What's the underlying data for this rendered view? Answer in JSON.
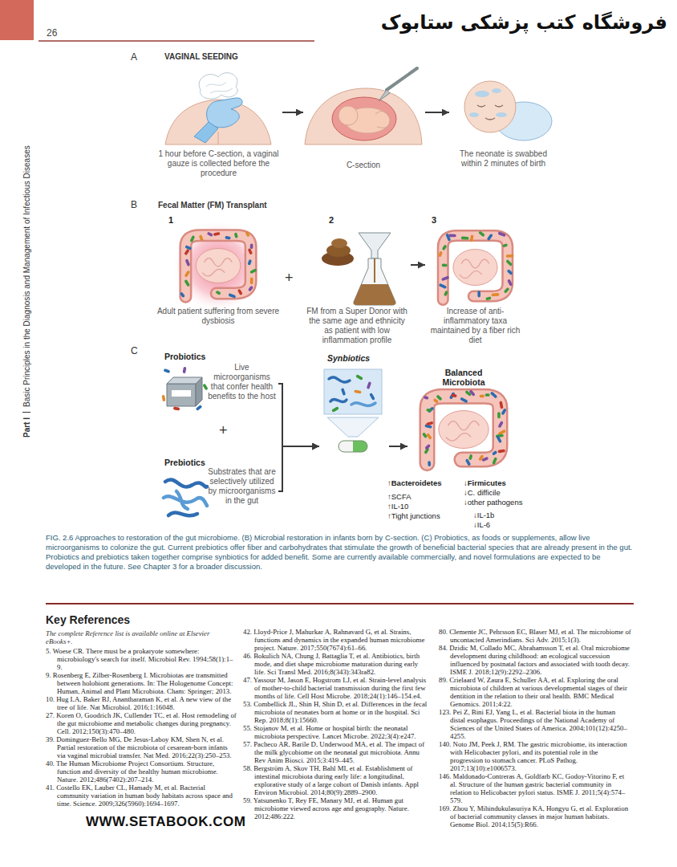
{
  "diagram": {
    "caption": "FIG. 2.6 Approaches to restoration of the gut microbiome. (B) Microbial restoration in infants born by C-section. (C) Probiotics, as foods or supplements, allow live microorganisms to colonize the gut. Current prebiotics offer fiber and carbohydrates that stimulate the growth of beneficial bacterial species that are already present in the gut. Probiotics and prebiotics taken together comprise synbiotics for added benefit. Some are currently available commercially, and novel formulations are expected to be developed in the future. See Chapter 3 for a broader discussion.",
    "nodes": [
      {
        "text": [
          "1 hour before C-section, a vaginal gauze is collected before the procedure"
        ]
      },
      {
        "text": [
          "C-section"
        ]
      },
      {
        "text": [
          "The neonate is swabbed within 2 minutes of birth"
        ]
      },
      {
        "text": [
          "1",
          "Adult patient suffering from severe dysbiosis"
        ]
      },
      {
        "text": [
          "2",
          "FM from a Super Donor with the same age and ethnicity as patient with low inflammation profile"
        ]
      },
      {
        "text": [
          "3",
          "Increase of anti-inflammatory taxa maintained by a fiber rich diet"
        ]
      },
      {
        "text": [
          "Probiotics",
          "Live microorganisms that confer health benefits to the host"
        ]
      },
      {
        "text": [
          "Prebiotics",
          "Substrates that are selectively utilized by microorganisms in the gut"
        ]
      },
      {
        "text": [
          "Synbiotics"
        ]
      },
      {
        "text": [
          "Balanced Microbiota"
        ]
      }
    ],
    "edges": [
      {
        "from": 0,
        "to": 1,
        "arrow": "to"
      },
      {
        "from": 1,
        "to": 2,
        "arrow": "to"
      },
      {
        "from": 4,
        "to": 5,
        "arrow": "to"
      },
      {
        "from": 6,
        "to": 8,
        "arrow": "to"
      },
      {
        "from": 7,
        "to": 8,
        "arrow": "to"
      },
      {
        "from": 8,
        "to": 9,
        "arrow": "to"
      }
    ],
    "labels": [
      "26",
      "فروشگاه کتب پزشکی ستابوک",
      "Part I",
      "Basic Principles in the Diagnosis and Management of Infectious Diseases",
      "A",
      "VAGINAL SEEDING",
      "B",
      "Fecal Matter (FM) Transplant",
      "+",
      "C",
      "+",
      "↑Bacteroidetes",
      "↑SCFA",
      "↑IL-10",
      "↑Tight junctions",
      "↓Firmicutes",
      "↓C. difficile",
      "↓other pathogens",
      "↓IL-1b",
      "↓IL-6",
      "Key References",
      "The complete Reference list is available online at Elsevier eBooks+.",
      "5. Woese CR. There must be a prokaryote somewhere: microbiology's search for itself. Microbiol Rev. 1994;58(1):1–9.",
      "9. Rosenberg E, Zilber-Rosenberg I. Microbiotas are transmitted between holobiont generations. In: The Hologenome Concept: Human, Animal and Plant Microbiota. Cham: Springer; 2013.",
      "10. Hug LA, Baker BJ, Anantharaman K, et al. A new view of the tree of life. Nat Microbiol. 2016;1:16048.",
      "27. Koren O, Goodrich JK, Cullender TC, et al. Host remodeling of the gut microbiome and metabolic changes during pregnancy. Cell. 2012;150(3):470–480.",
      "39. Dominguez-Bello MG, De Jesus-Laboy KM, Shen N, et al. Partial restoration of the microbiota of cesarean-born infants via vaginal microbial transfer. Nat Med. 2016;22(3):250–253.",
      "40. The Human Microbiome Project Consortium. Structure, function and diversity of the healthy human microbiome. Nature. 2012;486(7402):207–214.",
      "41. Costello EK, Lauber CL, Hamady M, et al. Bacterial community variation in human body habitats across space and time. Science. 2009;326(5960):1694–1697.",
      "42. Lloyd-Price J, Mahurkar A, Rahnavard G, et al. Strains, functions and dynamics in the expanded human microbiome project. Nature. 2017;550(7674):61–66.",
      "46. Bokulich NA, Chung J, Battaglia T, et al. Antibiotics, birth mode, and diet shape microbiome maturation during early life. Sci Transl Med. 2016;8(343):343ra82.",
      "47. Yassour M, Jason E, Hogstrom LJ, et al. Strain-level analysis of mother-to-child bacterial transmission during the first few months of life. Cell Host Microbe. 2018;24(1):146–154.e4.",
      "53. Combellick JL, Shin H, Shin D, et al. Differences in the fecal microbiota of neonates born at home or in the hospital. Sci Rep. 2018;8(1):15660.",
      "55. Stojanov M, et al. Home or hospital birth: the neonatal microbiota perspective. Lancet Microbe. 2022;3(4):e247.",
      "57. Pacheco AR, Barile D, Underwood MA, et al. The impact of the milk glycobiome on the neonatal gut microbiota. Annu Rev Anim Biosci. 2015;3:419–445.",
      "58. Bergström A, Skov TH, Bahl MI, et al. Establishment of intestinal microbiota during early life: a longitudinal, explorative study of a large cohort of Danish infants. Appl Environ Microbiol. 2014;80(9):2889–2900.",
      "59. Yatsunenko T, Rey FE, Manary MJ, et al. Human gut microbiome viewed across age and geography. Nature. 2012;486:222.",
      "80. Clemente JC, Pehrsson EC, Blaser MJ, et al. The microbiome of uncontacted Amerindians. Sci Adv. 2015;1(3).",
      "84. Dzidic M, Collado MC, Abrahamsson T, et al. Oral microbiome development during childhood: an ecological succession influenced by postnatal factors and associated with tooth decay. ISME J. 2018;12(9):2292–2306.",
      "89. Crielaard W, Zaura E, Schuller AA, et al. Exploring the oral microbiota of children at various developmental stages of their dentition in the relation to their oral health. BMC Medical Genomics. 2011;4:22.",
      "123. Pei Z, Bini EJ, Yang L, et al. Bacterial biota in the human distal esophagus. Proceedings of the National Academy of Sciences of the United States of America. 2004;101(12):4250–4255.",
      "140. Noto JM, Peek J, RM. The gastric microbiome, its interaction with Helicobacter pylori, and its potential role in the progression to stomach cancer. PLoS Pathog. 2017;13(10):e1006573.",
      "146. Maldonado-Contreras A, Goldfarb KC, Godoy-Vitorino F, et al. Structure of the human gastric bacterial community in relation to Helicobacter pylori status. ISME J. 2011;5(4):574–579.",
      "169. Zhou Y, Mihindukulasuriya KA, Hongyu G, et al. Exploration of bacterial community classes in major human habitats. Genome Biol. 2014;15(5):R66.",
      "WWW.SETABOOK.COM"
    ]
  }
}
